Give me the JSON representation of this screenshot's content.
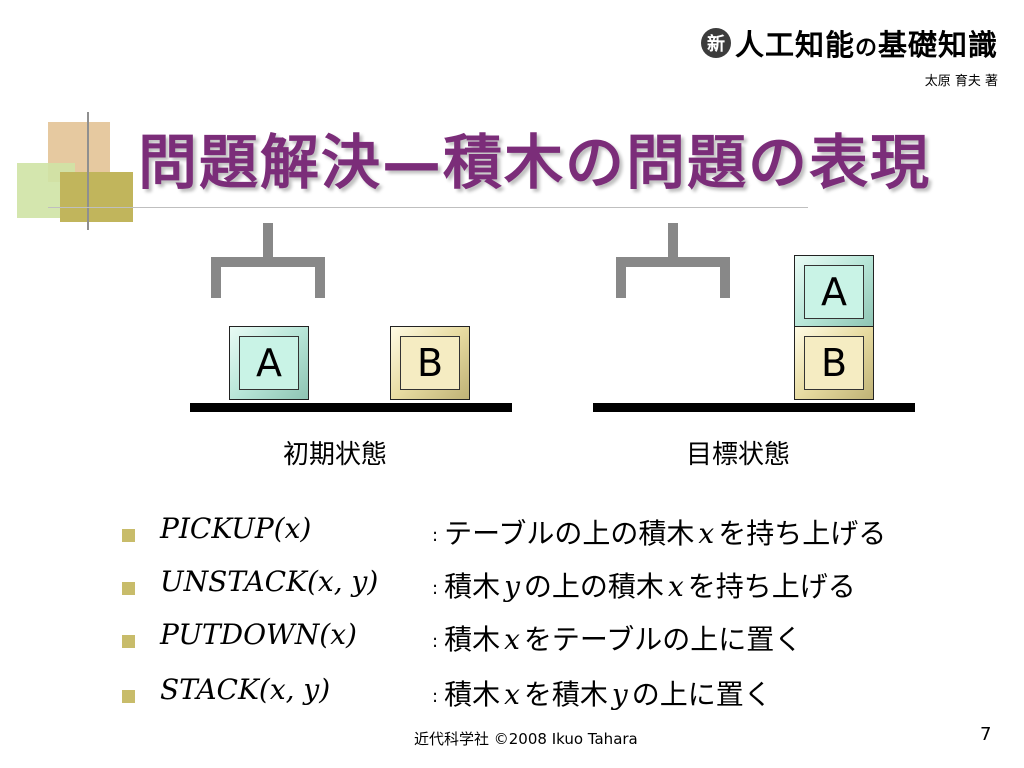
{
  "header": {
    "brand_mark": "新",
    "brand_part1": "人工知能",
    "brand_no": "の",
    "brand_part2": "基礎知識",
    "author": "太原 育夫 著"
  },
  "title": "問題解決—積木の問題の表現",
  "diagram": {
    "initial": {
      "label": "初期状態",
      "block_a": "A",
      "block_b": "B"
    },
    "goal": {
      "label": "目標状態",
      "block_a": "A",
      "block_b": "B"
    }
  },
  "operations": [
    {
      "name": "PICKUP(x)",
      "desc": [
        {
          "t": "テーブルの上の積木 "
        },
        {
          "v": "x"
        },
        {
          "t": " を持ち上げる"
        }
      ]
    },
    {
      "name": "UNSTACK(x, y)",
      "desc": [
        {
          "t": "積木 "
        },
        {
          "v": "y"
        },
        {
          "t": " の上の積木 "
        },
        {
          "v": "x"
        },
        {
          "t": " を持ち上げる"
        }
      ]
    },
    {
      "name": "PUTDOWN(x)",
      "desc": [
        {
          "t": "積木 "
        },
        {
          "v": "x"
        },
        {
          "t": " をテーブルの上に置く"
        }
      ]
    },
    {
      "name": "STACK(x, y)",
      "desc": [
        {
          "t": "積木 "
        },
        {
          "v": "x"
        },
        {
          "t": " を積木 "
        },
        {
          "v": "y"
        },
        {
          "t": " の上に置く"
        }
      ]
    }
  ],
  "footer": {
    "text": "近代科学社  ©2008 Ikuo Tahara",
    "page": "7"
  },
  "colors": {
    "title": "#7b2d79",
    "bullet": "#c8bc6a",
    "block_a": "#c9f3e6",
    "block_b": "#f5ecc2"
  }
}
